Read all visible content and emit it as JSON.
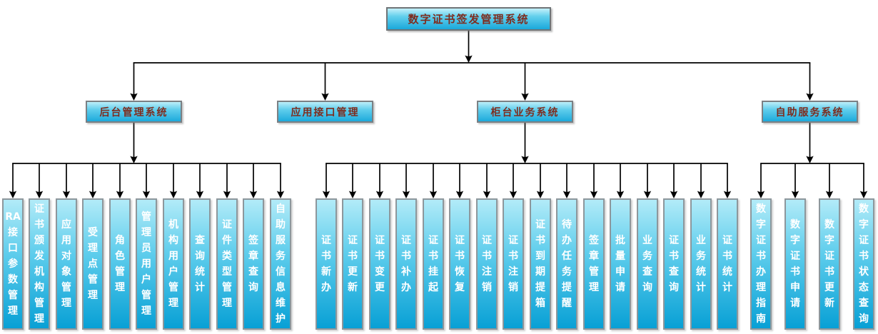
{
  "diagram_title": "数字证书签发管理系统",
  "root": {
    "label": "数字证书签发管理系统"
  },
  "branches": [
    {
      "label": "后台管理系统",
      "children": [
        "RA接口参数管理",
        "证书颁发机构管理",
        "应用对象管理",
        "受理点管理",
        "角色管理",
        "管理员用户管理",
        "机构用户管理",
        "查询统计",
        "证件类型管理",
        "签章查询",
        "自助服务信息维护"
      ]
    },
    {
      "label": "应用接口管理",
      "children": []
    },
    {
      "label": "柜台业务系统",
      "children": [
        "证书新办",
        "证书更新",
        "证书变更",
        "证书补办",
        "证书挂起",
        "证书恢复",
        "证书注销",
        "证书注销",
        "证书到期提箱",
        "待办任务提醒",
        "签章管理",
        "批量申请",
        "业务查询",
        "证书查询",
        "业务统计",
        "证书统计"
      ]
    },
    {
      "label": "自助服务系统",
      "children": [
        "数字证书办理指南",
        "数字证书申请",
        "数字证书更新",
        "数字证书状态查询"
      ]
    }
  ],
  "colors": {
    "box_gradient_top": "#b2ebf8",
    "box_gradient_bottom": "#08a0d5",
    "heading_text": "#7e2c1e",
    "leaf_text": "#ffffff",
    "connector": "#000000",
    "border": "#7b8084"
  }
}
